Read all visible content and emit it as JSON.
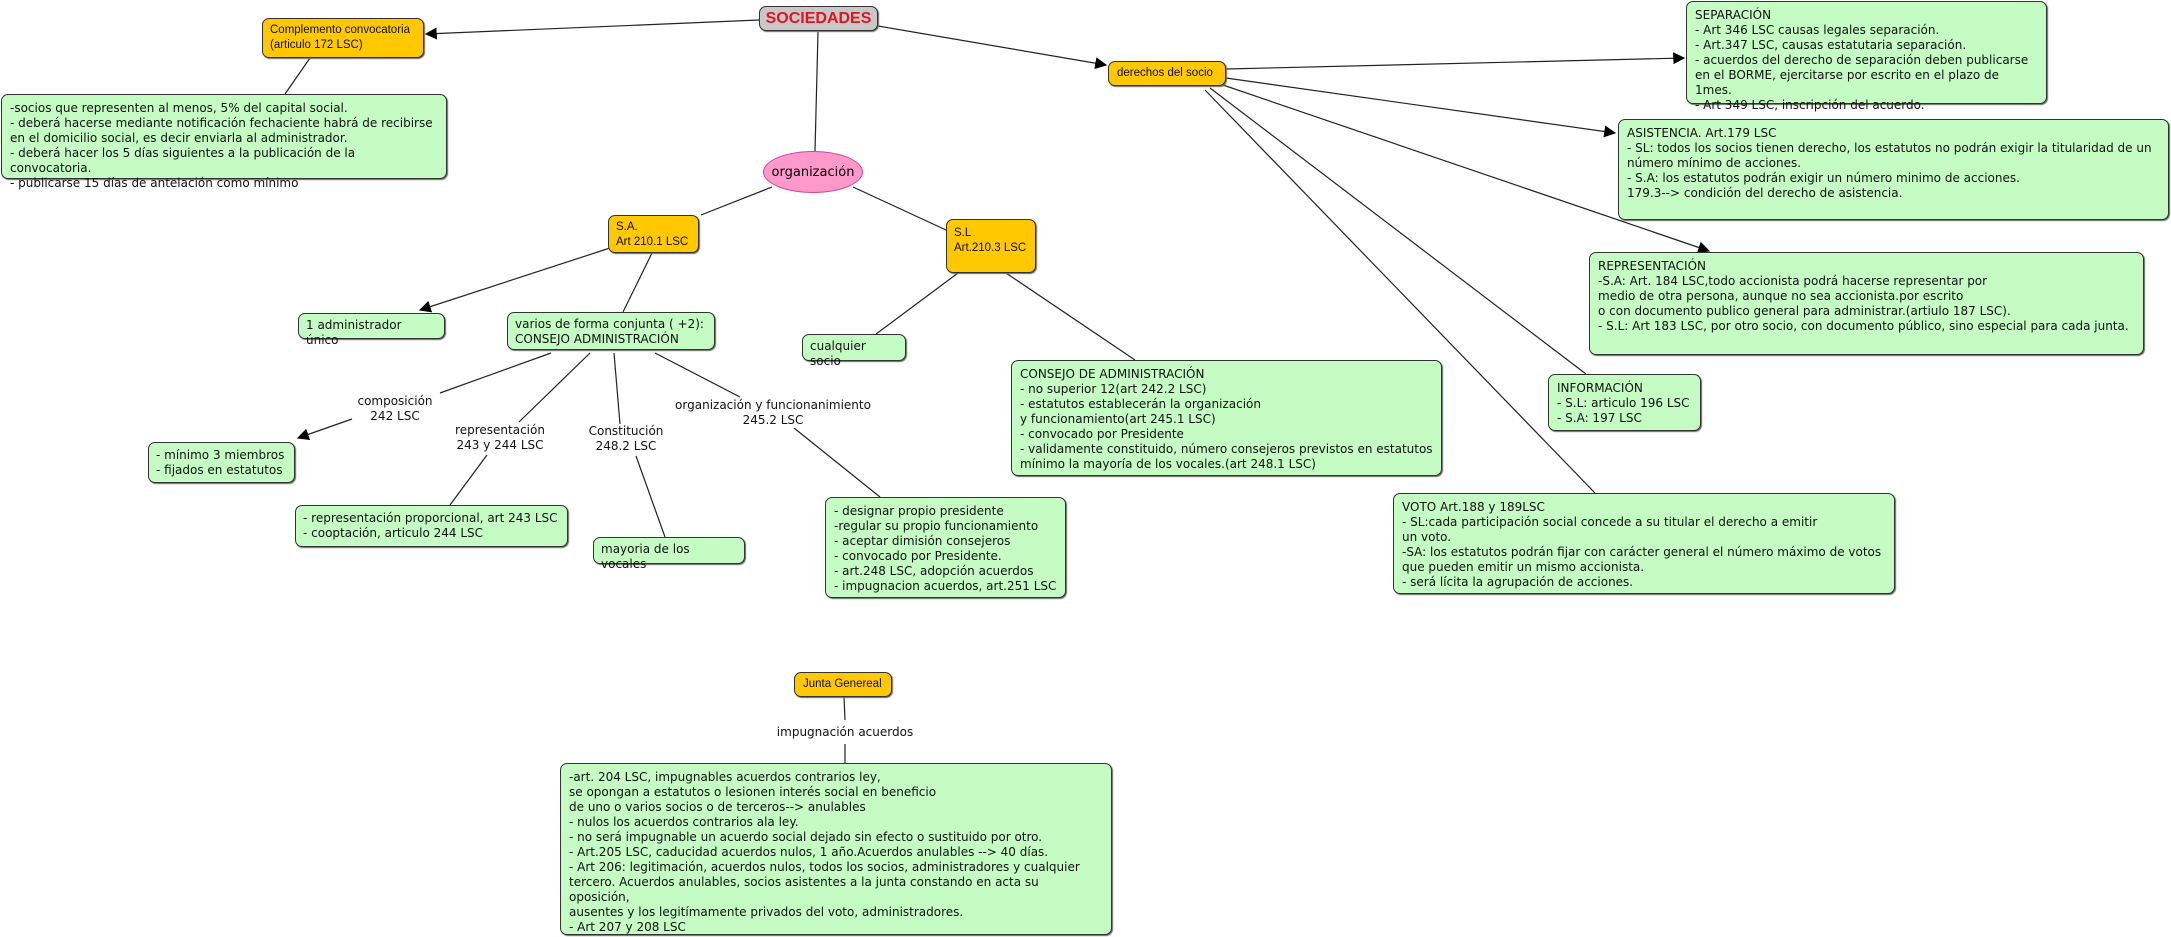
{
  "root": {
    "label": "SOCIEDADES"
  },
  "complemento": {
    "title": "Complemento convocatoria\n(articulo 172 LSC)",
    "text": "-socios que representen al menos, 5% del capital social.\n- deberá hacerse mediante notificación fechaciente  habrá de recibirse\nen el domicilio social, es decir enviarla al administrador.\n- deberá hacer los 5 días siguientes a la publicación de la convocatoria.\n- publicarse 15 días de antelación como mínimo"
  },
  "organizacion": {
    "label": "organización",
    "sa": {
      "title": "S.A.\nArt 210.1 LSC",
      "admin_unico": "1 administrador único",
      "varios": "varios de forma conjunta ( +2):\nCONSEJO ADMINISTRACIÓN",
      "composicion": {
        "label": "composición\n242 LSC",
        "text": "- mínimo 3 miembros\n- fijados en estatutos"
      },
      "representacion": {
        "label": "representación\n243 y 244 LSC",
        "text": "- representación proporcional, art 243 LSC\n- cooptación, articulo 244 LSC"
      },
      "constitucion": {
        "label": "Constitución\n248.2 LSC",
        "text": "mayoria de los vocales"
      },
      "funcionamiento": {
        "label": "organización y funcionanimiento\n245.2 LSC",
        "text": "- designar propio presidente\n-regular su propio funcionamiento\n- aceptar dimisión consejeros\n- convocado por Presidente.\n- art.248 LSC, adopción acuerdos\n- impugnacion acuerdos, art.251 LSC"
      }
    },
    "sl": {
      "title": "S.L\nArt.210.3 LSC",
      "cualquier": "cualquier socio",
      "consejo": "CONSEJO DE ADMINISTRACIÓN\n- no superior 12(art 242.2 LSC)\n- estatutos establecerán la organización\ny funcionamiento(art 245.1 LSC)\n- convocado por Presidente\n- validamente constituido, número consejeros previstos en estatutos\n mínimo la mayoría de los vocales.(art 248.1 LSC)"
    }
  },
  "derechos": {
    "label": "derechos del socio",
    "separacion": "SEPARACIÓN\n- Art 346 LSC causas legales separación.\n- Art.347 LSC, causas estatutaria separación.\n- acuerdos del derecho de separación deben publicarse\nen el BORME, ejercitarse por escrito en el plazo de 1mes.\n- Art 349 LSC, inscripción del acuerdo.",
    "asistencia": "ASISTENCIA. Art.179 LSC\n- SL: todos los socios tienen derecho,  los estatutos no podrán exigir la titularidad de un\nnúmero mínimo de acciones.\n- S.A: los estatutos podrán exigir un número minimo de acciones.\n179.3--> condición del derecho de asistencia.",
    "representacion": "REPRESENTACIÓN\n-S.A: Art. 184 LSC,todo accionista podrá hacerse representar por\n medio de otra persona, aunque no sea accionista.por escrito\no con documento publico general para administrar.(artiulo 187 LSC).\n- S.L: Art 183 LSC, por otro socio, con documento público, sino especial para cada junta.",
    "informacion": "INFORMACIÓN\n- S.L: articulo 196 LSC\n- S.A: 197 LSC",
    "voto": "VOTO Art.188 y 189LSC\n- SL:cada participación social concede a su titular el derecho a emitir\nun voto.\n-SA: los estatutos podrán fijar con carácter general el número máximo de votos\nque pueden emitir un mismo accionista.\n- será lícita la agrupación de acciones."
  },
  "junta": {
    "label": "Junta Genereal",
    "link": "impugnación acuerdos",
    "text": "-art. 204 LSC, impugnables acuerdos contrarios ley,\nse opongan a estatutos o lesionen interés social en beneficio\nde uno o varios socios o de terceros--> anulables\n- nulos los acuerdos contrarios ala ley.\n- no será impugnable un acuerdo social dejado sin efecto o sustituido por otro.\n- Art.205 LSC, caducidad acuerdos nulos, 1 año.Acuerdos anulables --> 40 días.\n- Art 206: legitimación, acuerdos nulos, todos los socios, administradores y cualquier\ntercero. Acuerdos anulables, socios asistentes a la junta constando en acta su oposición,\nausentes y los legitímamente privados del voto, administradores.\n- Art 207 y 208 LSC"
  },
  "colors": {
    "concept_green": "#c4fcc4",
    "concept_orange": "#ffc800",
    "root_gray": "#c8c8c8",
    "root_text": "#e0141e",
    "ellipse_pink": "#ff99cc"
  }
}
